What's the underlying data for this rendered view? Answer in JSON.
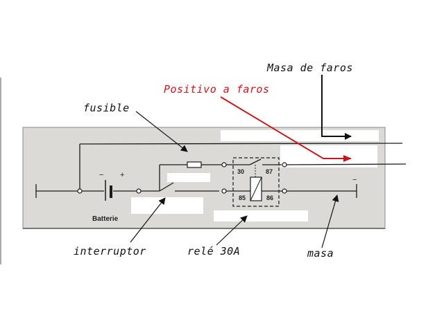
{
  "labels": {
    "masa_faros": "Masa de faros",
    "positivo_faros": "Positivo a faros",
    "fusible": "fusible",
    "interruptor": "interruptor",
    "rele": "relé 30A",
    "masa": "masa"
  },
  "schematic": {
    "battery_label": "Batterie",
    "minus_sign": "−",
    "plus_sign": "+",
    "minus_sign_right": "−",
    "relay_pins": {
      "p30": "30",
      "p87": "87",
      "p85": "85",
      "p86": "86"
    }
  },
  "colors": {
    "panel": "#dcdad6",
    "panel_border": "#8a8a8a",
    "line": "#1a1a1a",
    "accent_red": "#c8161d",
    "label_text": "#111111"
  }
}
